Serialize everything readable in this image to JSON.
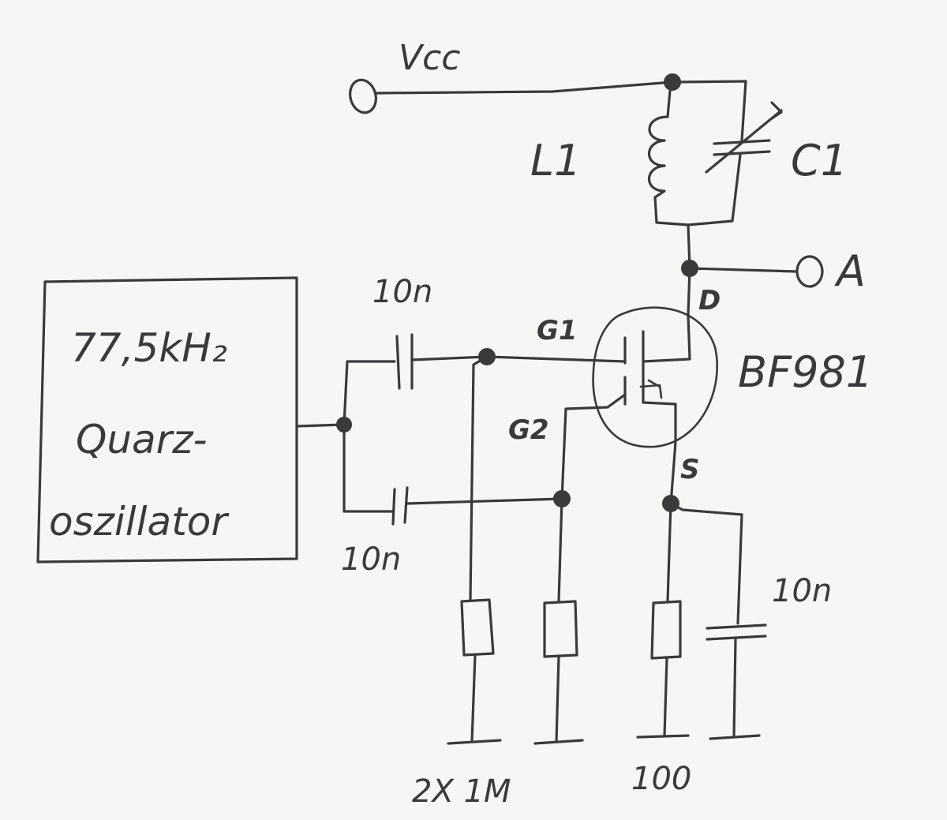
{
  "oscillator": {
    "line1": "77,5kH₂",
    "line2": "Quarz-",
    "line3": "oszillator"
  },
  "labels": {
    "vcc": "Vcc",
    "inductor": "L1",
    "capacitor_var": "C1",
    "output": "A",
    "transistor": "BF981",
    "drain": "D",
    "gate1": "G1",
    "gate2": "G2",
    "source": "S",
    "cap_top": "10n",
    "cap_bottom": "10n",
    "cap_source": "10n",
    "gate_resistors": "2X 1M",
    "source_resistor": "100"
  }
}
